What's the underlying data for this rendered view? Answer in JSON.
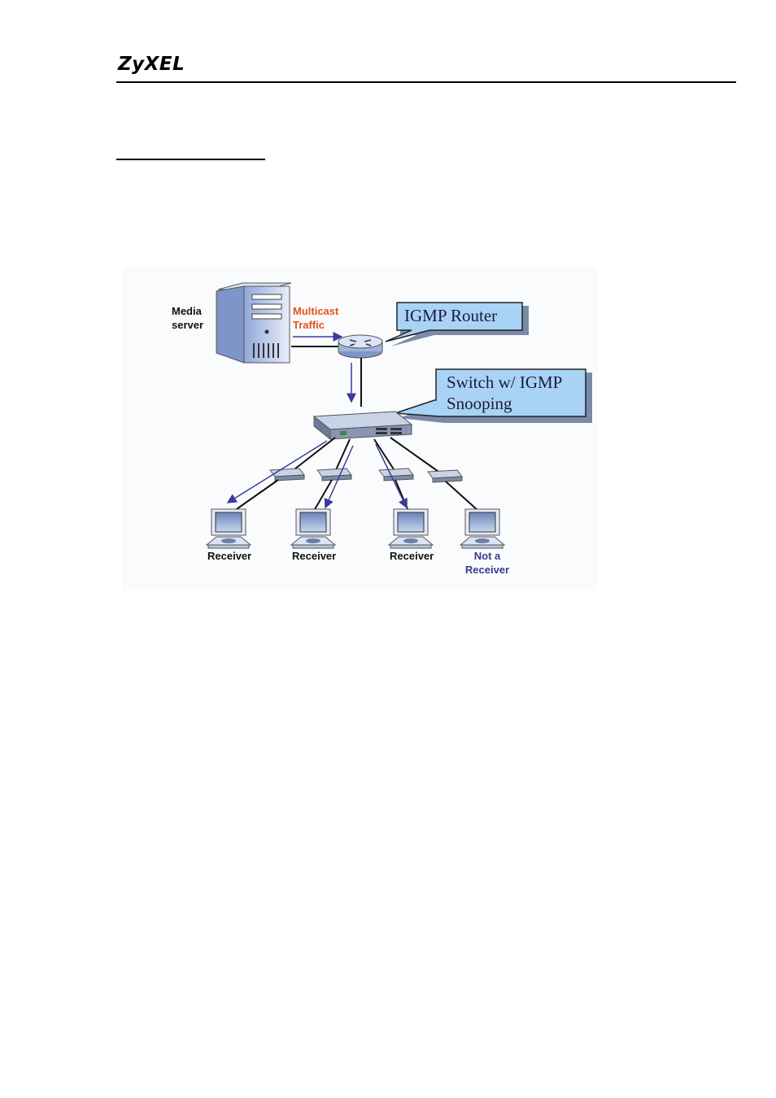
{
  "header": {
    "logo_text": "ZyXEL"
  },
  "diagram": {
    "media_server_line1": "Media",
    "media_server_line2": "server",
    "traffic_line1": "Multicast",
    "traffic_line2": "Traffic",
    "router_callout": "IGMP Router",
    "switch_callout_line1": "Switch w/ IGMP",
    "switch_callout_line2": "Snooping",
    "receivers": [
      "Receiver",
      "Receiver",
      "Receiver"
    ],
    "non_receiver_line1": "Not a",
    "non_receiver_line2": "Receiver"
  },
  "colors": {
    "traffic_label": "#e2531c",
    "non_receiver_label": "#3c3a8c",
    "arrow": "#3c3a9c",
    "callout_fill": "#a9d3f5"
  },
  "icons": [
    "server-icon",
    "router-icon",
    "switch-icon",
    "hub-icon",
    "computer-icon"
  ]
}
